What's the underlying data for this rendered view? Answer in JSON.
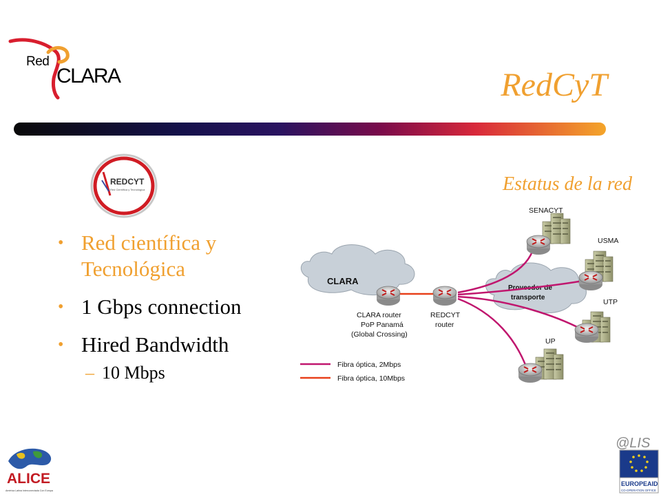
{
  "header": {
    "logo_red": "Red",
    "logo_clara": "CLARA",
    "title": "RedCyT"
  },
  "subtitle": "Estatus de la red",
  "redcyt_logo": {
    "name": "REDCYT",
    "tagline": "Red Científica y Tecnológica"
  },
  "bullets": [
    "Red científica y Tecnológica",
    "1 Gbps connection",
    "Hired Bandwidth"
  ],
  "sub_bullets": [
    "10 Mbps"
  ],
  "diagram": {
    "cloud_clara": "CLARA",
    "cloud_provider": "Proveedor de transporte",
    "clara_router": [
      "CLARA router",
      "PoP Panamá",
      "(Global Crossing)"
    ],
    "redcyt_router": [
      "REDCYT",
      "router"
    ],
    "sites": [
      "SENACYT",
      "USMA",
      "UTP",
      "UP"
    ],
    "legend": [
      {
        "label": "Fibra óptica, 2Mbps",
        "color": "#c0166e"
      },
      {
        "label": "Fibra óptica, 10Mbps",
        "color": "#e8401a"
      }
    ]
  },
  "footer": {
    "alice_name": "ALICE",
    "alice_tagline": "América Latina Interconectada Con Europa",
    "alis_name": "@LIS",
    "europeaid": "EUROPEAID",
    "europeaid_sub": "CO-OPERATION OFFICE"
  },
  "colors": {
    "accent": "#f0a030",
    "link_2mbps": "#c0166e",
    "link_10mbps": "#e8401a"
  }
}
